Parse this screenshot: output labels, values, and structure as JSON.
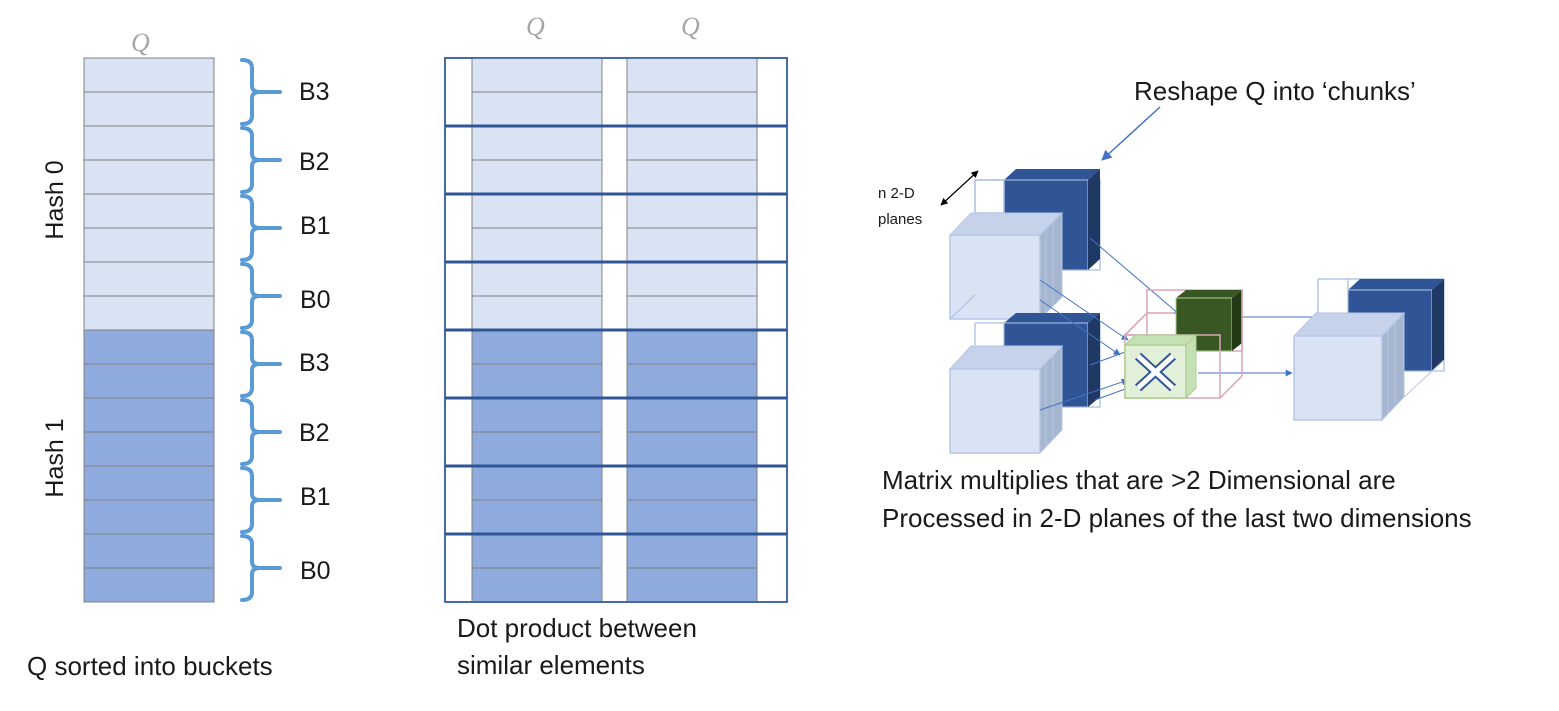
{
  "panel_left": {
    "q_label": "Q",
    "hash_labels": [
      "Hash 0",
      "Hash 1"
    ],
    "bucket_labels": [
      "B3",
      "B2",
      "B1",
      "B0",
      "B3",
      "B2",
      "B1",
      "B0"
    ],
    "caption": "Q sorted into buckets",
    "rows_total": 16,
    "rows_per_hash": 8
  },
  "panel_middle": {
    "q_labels": [
      "Q",
      "Q"
    ],
    "caption_lines": [
      "Dot product between",
      "similar elements"
    ]
  },
  "panel_right": {
    "title": "Reshape Q into ‘chunks’",
    "planes_label_lines": [
      "n 2-D",
      "planes"
    ],
    "caption_lines": [
      "Matrix multiplies that are >2 Dimensional are",
      "Processed in 2-D planes of the last two dimensions"
    ],
    "multiply_icon": "multiply-x-icon"
  },
  "colors": {
    "light_fill": "#dae3f3",
    "dark_fill": "#8faadc",
    "cell_border": "#808080",
    "bracket": "#5b9bd5",
    "grid_border": "#2f5597",
    "cube_dark": "#2f5597",
    "cube_green": "#385723",
    "green_light": "#e2f0d9",
    "pink": "#d9a6b8"
  }
}
